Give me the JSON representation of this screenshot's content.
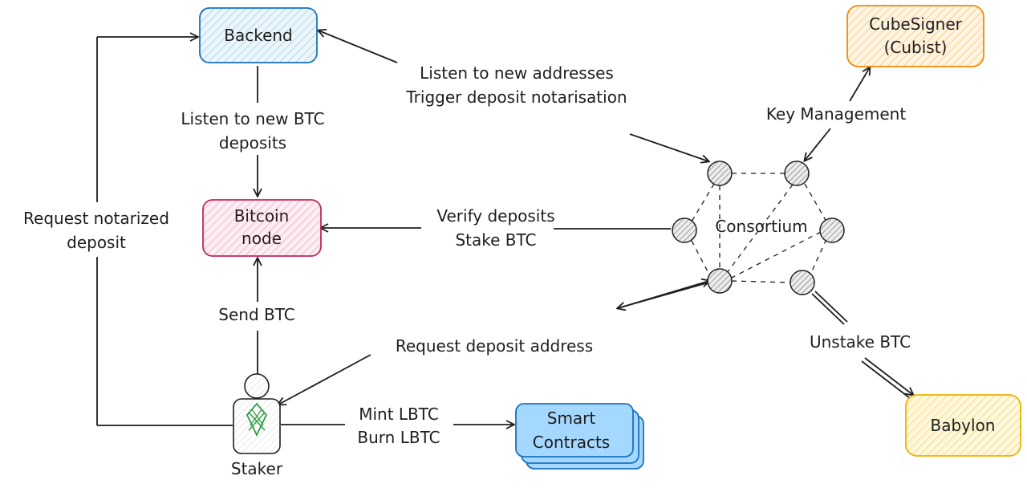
{
  "nodes": {
    "backend": "Backend",
    "bitcoin_node": [
      "Bitcoin",
      "node"
    ],
    "cubesigner": [
      "CubeSigner",
      "(Cubist)"
    ],
    "consortium": "Consortium",
    "babylon": "Babylon",
    "smart_contracts": [
      "Smart",
      "Contracts"
    ],
    "staker": "Staker"
  },
  "edges": {
    "listen_new_addresses": [
      "Listen to new addresses",
      "Trigger deposit notarisation"
    ],
    "listen_btc_deposits": [
      "Listen to new BTC",
      "deposits"
    ],
    "request_notarized": [
      "Request notarized",
      "deposit"
    ],
    "verify_deposits": [
      "Verify deposits",
      "Stake BTC"
    ],
    "key_management": "Key Management",
    "send_btc": "Send BTC",
    "request_deposit_address": "Request deposit address",
    "mint_burn": [
      "Mint LBTC",
      "Burn LBTC"
    ],
    "unstake_btc": "Unstake BTC"
  },
  "colors": {
    "backend": "#1971c2",
    "bitcoin_node": "#c2255c",
    "cubesigner": "#f08c00",
    "babylon": "#f0b100",
    "smart_contracts": "#1971c2",
    "staker_logo": "#2f9e44"
  }
}
